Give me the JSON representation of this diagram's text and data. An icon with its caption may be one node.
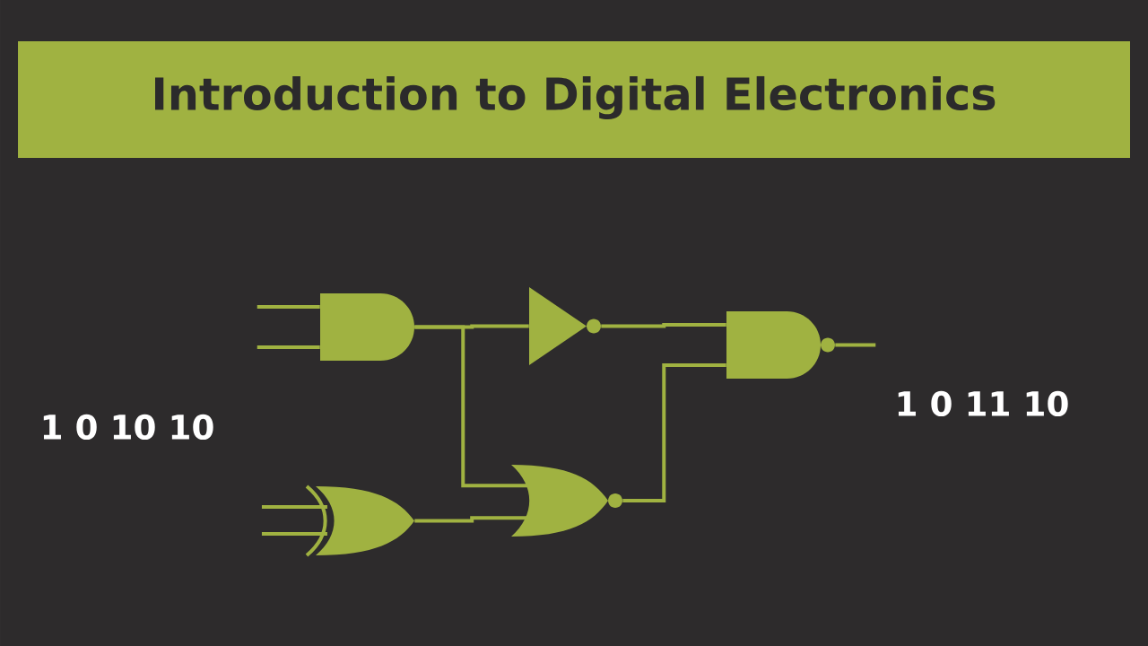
{
  "diagram": {
    "title": "Introduction to Digital Electronics",
    "nodes": [
      {
        "text": [],
        "shape": "and"
      },
      {
        "text": [],
        "shape": "not"
      },
      {
        "text": [],
        "shape": "nand"
      },
      {
        "text": [],
        "shape": "xor"
      },
      {
        "text": [],
        "shape": "nor"
      }
    ],
    "edges": [
      {
        "from": null,
        "to": 0,
        "arrow": "none"
      },
      {
        "from": null,
        "to": 0,
        "arrow": "none"
      },
      {
        "from": 0,
        "to": 1,
        "arrow": "none"
      },
      {
        "from": 0,
        "to": 4,
        "arrow": "none"
      },
      {
        "from": 1,
        "to": 2,
        "arrow": "none"
      },
      {
        "from": 4,
        "to": 2,
        "arrow": "none"
      },
      {
        "from": 2,
        "to": null,
        "arrow": "none"
      },
      {
        "from": null,
        "to": 3,
        "arrow": "none"
      },
      {
        "from": null,
        "to": 3,
        "arrow": "none"
      },
      {
        "from": 3,
        "to": 4,
        "arrow": "none"
      }
    ],
    "labels": [
      "1 0 10 10",
      "1 0 11 10"
    ]
  }
}
